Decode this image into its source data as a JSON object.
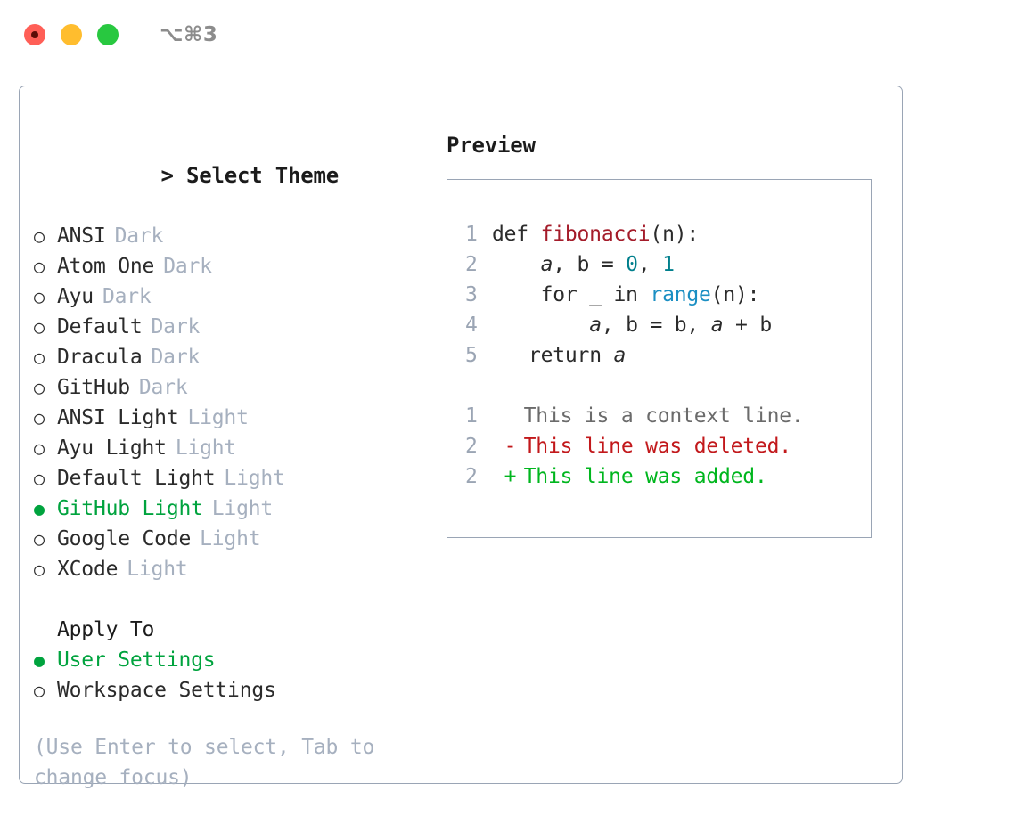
{
  "titlebar": {
    "shortcut": "⌥⌘3",
    "dots": [
      "close-red",
      "minimize-yellow",
      "maximize-green"
    ]
  },
  "theme_picker": {
    "header_prefix": ">",
    "header": "Select Theme",
    "radio_off": "○",
    "radio_on": "●",
    "items": [
      {
        "label": "ANSI",
        "tag": "Dark",
        "selected": false
      },
      {
        "label": "Atom One",
        "tag": "Dark",
        "selected": false
      },
      {
        "label": "Ayu",
        "tag": "Dark",
        "selected": false
      },
      {
        "label": "Default",
        "tag": "Dark",
        "selected": false
      },
      {
        "label": "Dracula",
        "tag": "Dark",
        "selected": false
      },
      {
        "label": "GitHub",
        "tag": "Dark",
        "selected": false
      },
      {
        "label": "ANSI Light",
        "tag": "Light",
        "selected": false
      },
      {
        "label": "Ayu Light",
        "tag": "Light",
        "selected": false
      },
      {
        "label": "Default Light",
        "tag": "Light",
        "selected": false
      },
      {
        "label": "GitHub Light",
        "tag": "Light",
        "selected": true
      },
      {
        "label": "Google Code",
        "tag": "Light",
        "selected": false
      },
      {
        "label": "XCode",
        "tag": "Light",
        "selected": false
      }
    ]
  },
  "apply_to": {
    "header": "Apply To",
    "items": [
      {
        "label": "User Settings",
        "selected": true
      },
      {
        "label": "Workspace Settings",
        "selected": false
      }
    ]
  },
  "hint": "(Use Enter to select, Tab to change focus)",
  "preview": {
    "title": "Preview",
    "code_lines": [
      {
        "num": "1",
        "indent": "",
        "tokens": [
          {
            "t": "def ",
            "c": "plain"
          },
          {
            "t": "fibonacci",
            "c": "fn"
          },
          {
            "t": "(n):",
            "c": "plain"
          }
        ]
      },
      {
        "num": "2",
        "indent": "    ",
        "tokens": [
          {
            "t": "a",
            "c": "var"
          },
          {
            "t": ", ",
            "c": "plain"
          },
          {
            "t": "b",
            "c": "plain"
          },
          {
            "t": " = ",
            "c": "plain"
          },
          {
            "t": "0",
            "c": "num"
          },
          {
            "t": ", ",
            "c": "plain"
          },
          {
            "t": "1",
            "c": "num"
          }
        ]
      },
      {
        "num": "3",
        "indent": "    ",
        "tokens": [
          {
            "t": "for _ in ",
            "c": "plain"
          },
          {
            "t": "range",
            "c": "builtin"
          },
          {
            "t": "(n):",
            "c": "plain"
          }
        ]
      },
      {
        "num": "4",
        "indent": "        ",
        "tokens": [
          {
            "t": "a",
            "c": "var"
          },
          {
            "t": ", ",
            "c": "plain"
          },
          {
            "t": "b",
            "c": "plain"
          },
          {
            "t": " = ",
            "c": "plain"
          },
          {
            "t": "b",
            "c": "plain"
          },
          {
            "t": ", ",
            "c": "plain"
          },
          {
            "t": "a",
            "c": "var"
          },
          {
            "t": " + ",
            "c": "plain"
          },
          {
            "t": "b",
            "c": "plain"
          }
        ]
      },
      {
        "num": "5",
        "indent": "   ",
        "tokens": [
          {
            "t": "return ",
            "c": "plain"
          },
          {
            "t": "a",
            "c": "var"
          }
        ]
      }
    ],
    "diff_lines": [
      {
        "num": "1",
        "mark": "",
        "text": "This is a context line.",
        "kind": "context"
      },
      {
        "num": "2",
        "mark": "-",
        "text": "This line was deleted.",
        "kind": "deleted"
      },
      {
        "num": "2",
        "mark": "+",
        "text": "This line was added.",
        "kind": "added"
      }
    ]
  },
  "colors": {
    "accent_green": "#00a33e",
    "border": "#9aa5b5",
    "muted": "#a6b0bf",
    "line_number": "#9ba5b4",
    "fn_red": "#a41c2a",
    "number_teal": "#007f8c",
    "builtin_blue": "#1b8fc3",
    "diff_deleted": "#c2181b",
    "diff_added": "#00b61e",
    "dot_red": "#ff5f57",
    "dot_yellow": "#ffbd2e",
    "dot_green": "#28c840"
  }
}
